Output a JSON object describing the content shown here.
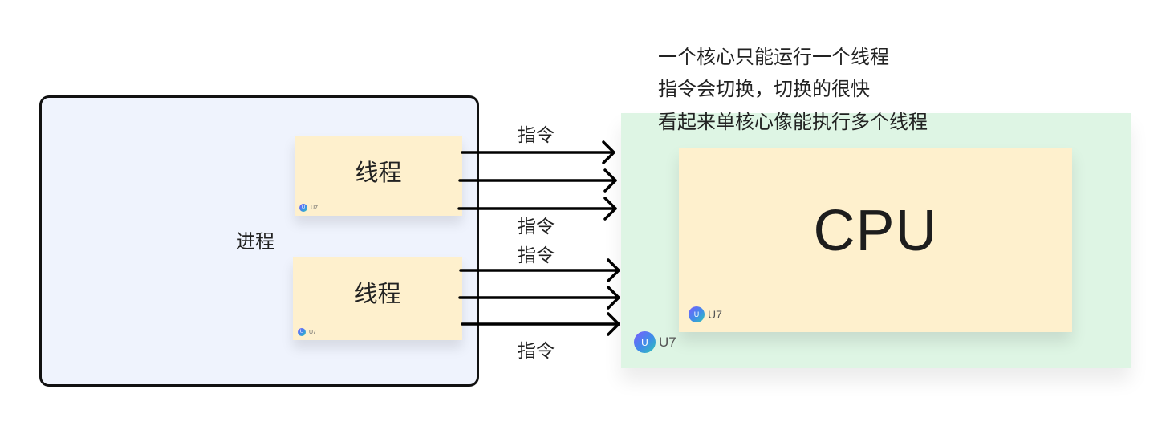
{
  "process": {
    "label": "进程",
    "threads": [
      {
        "label": "线程",
        "badge": "U7",
        "avatar_initial": "U"
      },
      {
        "label": "线程",
        "badge": "U7",
        "avatar_initial": "U"
      }
    ]
  },
  "instructions": {
    "label_1": "指令",
    "label_2": "指令",
    "label_3": "指令",
    "label_4": "指令"
  },
  "core": {
    "badge": "U7",
    "avatar_initial": "U",
    "cpu": {
      "label": "CPU",
      "badge": "U7",
      "avatar_initial": "U"
    }
  },
  "notes": [
    "一个核心只能运行一个线程",
    "指令会切换，切换的很快",
    "看起来单核心像能执行多个线程"
  ],
  "colors": {
    "process_bg": "#eff3fd",
    "thread_bg": "#fef0cd",
    "core_bg": "#def5e4",
    "cpu_bg": "#fef0cd",
    "arrow": "#000000"
  }
}
